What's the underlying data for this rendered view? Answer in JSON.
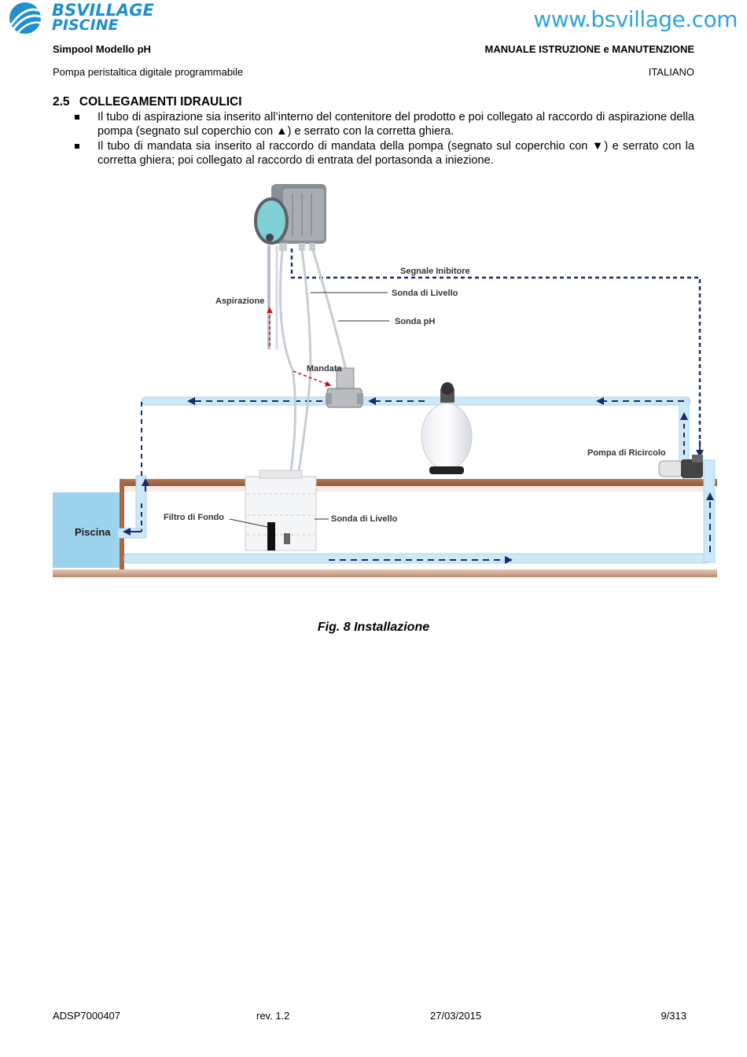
{
  "header": {
    "logo": {
      "line1": "BSVILLAGE",
      "line2": "PISCINE"
    },
    "website": "www.bsvillage.com",
    "product_model": "Simpool Modello pH",
    "manual_title": "MANUALE ISTRUZIONE e MANUTENZIONE",
    "product_description": "Pompa peristaltica digitale programmabile",
    "language": "ITALIANO"
  },
  "section": {
    "number": "2.5",
    "title": "COLLEGAMENTI IDRAULICI",
    "bullets": [
      "Il tubo di aspirazione sia inserito all’interno del contenitore del prodotto e poi collegato al raccordo di aspirazione della pompa (segnato sul coperchio con ▲) e serrato con la corretta ghiera.",
      "Il tubo di mandata sia inserito al raccordo di mandata della pompa (segnato sul coperchio con ▼) e serrato con la corretta ghiera; poi collegato al raccordo di entrata del portasonda a iniezione."
    ]
  },
  "figure": {
    "labels": {
      "signal_inhibitor": "Segnale Inibitore",
      "level_probe_top": "Sonda di Livello",
      "ph_probe": "Sonda pH",
      "suction": "Aspirazione",
      "delivery": "Mandata",
      "recirculation_pump": "Pompa di Ricircolo",
      "bottom_filter": "Filtro di Fondo",
      "level_probe_bottom": "Sonda di Livello",
      "pool": "Piscina"
    },
    "caption": "Fig. 8 Installazione",
    "colors": {
      "pipe": "#cde8f6",
      "pipe_dark": "#9fd0ec",
      "ground": "#a66a49",
      "pool": "#9ed3ee",
      "arrow": "#1a2a6e",
      "suction_arrow": "#d01010"
    }
  },
  "footer": {
    "doc_code": "ADSP7000407",
    "revision": "rev. 1.2",
    "date": "27/03/2015",
    "page": "9/313"
  }
}
